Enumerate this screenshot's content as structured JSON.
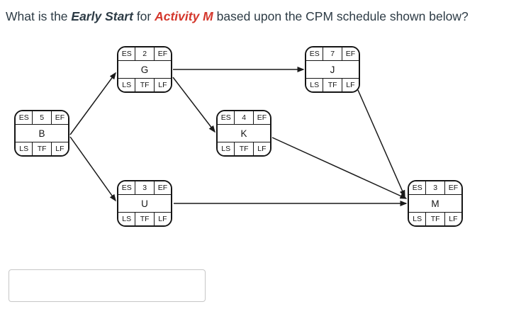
{
  "question": {
    "prefix": "What is the ",
    "emphasis": "Early Start",
    "middle": " for ",
    "activity": "Activity M",
    "suffix": " based upon the CPM schedule shown below?",
    "text_color": "#2d3b45",
    "activity_color": "#d4372c"
  },
  "diagram": {
    "type": "cpm-activity-network",
    "box_labels": {
      "es": "ES",
      "ef": "EF",
      "ls": "LS",
      "tf": "TF",
      "lf": "LF"
    },
    "nodes": [
      {
        "name": "G",
        "duration": "2"
      },
      {
        "name": "J",
        "duration": "7"
      },
      {
        "name": "B",
        "duration": "5"
      },
      {
        "name": "K",
        "duration": "4"
      },
      {
        "name": "U",
        "duration": "3"
      },
      {
        "name": "M",
        "duration": "3"
      }
    ],
    "edges": [
      {
        "from": "B",
        "to": "G"
      },
      {
        "from": "B",
        "to": "U"
      },
      {
        "from": "G",
        "to": "J"
      },
      {
        "from": "G",
        "to": "K"
      },
      {
        "from": "J",
        "to": "M"
      },
      {
        "from": "K",
        "to": "M"
      },
      {
        "from": "U",
        "to": "M"
      }
    ],
    "line_color": "#1a1a1a"
  },
  "answer_input": {
    "value": "",
    "placeholder": ""
  }
}
